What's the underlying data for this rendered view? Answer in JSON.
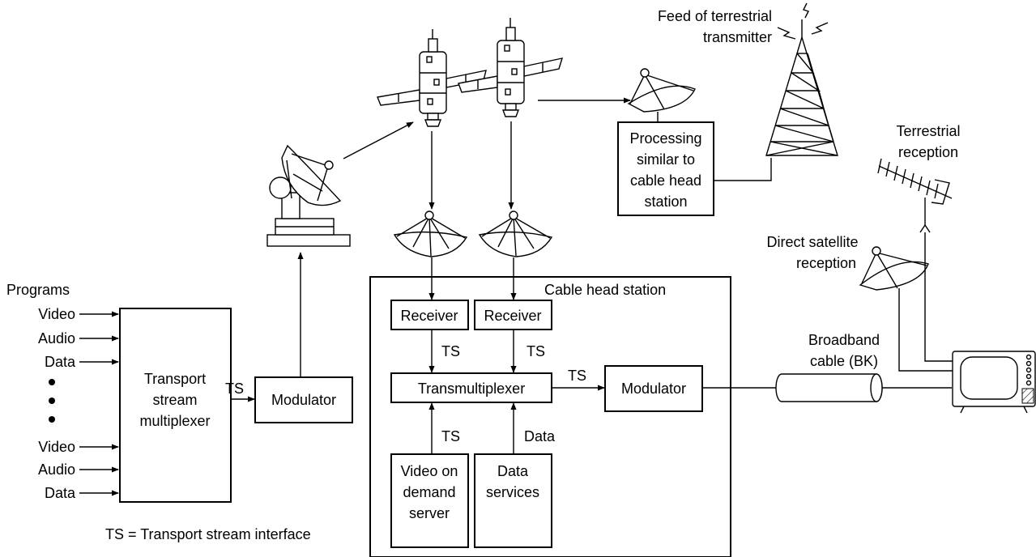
{
  "labels": {
    "programs": "Programs",
    "inputs_top": [
      "Video",
      "Audio",
      "Data"
    ],
    "inputs_bottom": [
      "Video",
      "Audio",
      "Data"
    ],
    "ts_mux": [
      "Transport",
      "stream",
      "multiplexer"
    ],
    "modulator": "Modulator",
    "ts": "TS",
    "ts_legend": "TS = Transport stream interface",
    "cable_head_station": "Cable head station",
    "receiver": "Receiver",
    "transmultiplexer": "Transmultiplexer",
    "data": "Data",
    "vod_server": [
      "Video on",
      "demand",
      "server"
    ],
    "data_services": [
      "Data",
      "services"
    ],
    "processing": [
      "Processing",
      "similar to",
      "cable head",
      "station"
    ],
    "terrestrial_feed": [
      "Feed of terrestrial",
      "transmitter"
    ],
    "terrestrial_reception": [
      "Terrestrial",
      "reception"
    ],
    "direct_satellite": [
      "Direct satellite",
      "reception"
    ],
    "broadband_cable": [
      "Broadband",
      "cable (BK)"
    ]
  }
}
